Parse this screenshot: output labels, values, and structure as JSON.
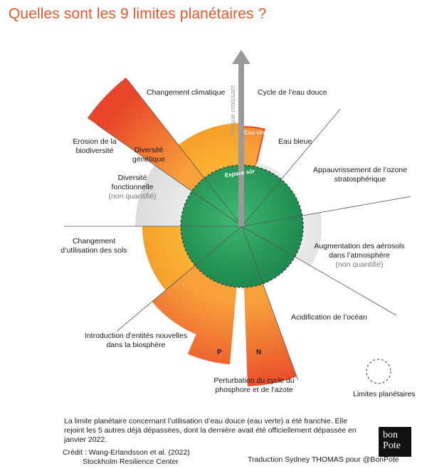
{
  "title": "Quelles sont les 9 limites planétaires ?",
  "axis_label": "Risque croissant",
  "safe_space_label": "Espace sûr",
  "segments": {
    "climate": "Changement climatique",
    "water_cycle": "Cycle de l’eau douce",
    "green_water": "Eau verte",
    "blue_water": "Eau bleue",
    "ozone": "Appauvrissement de l’ozone stratosphérique",
    "aerosols": "Augmentation des aérosols dans l’atmosphère",
    "aerosols_sub": "(non quantifié)",
    "ocean": "Acidification de l’océan",
    "nutrients": "Perturbation du cycle du phosphore et de l’azote",
    "p": "P",
    "n": "N",
    "novel_entities": "Introduction d’entités nouvelles dans la biosphère",
    "land_use": "Changement d’utilisation des sols",
    "biodiversity": "Erosion de la biodiversité",
    "genetic": "Diversité génétique",
    "functional": "Diversité fonctionnelle",
    "functional_sub": "(non quantifié)"
  },
  "legend": "Limites planétaires",
  "caption": "La limite planétaire concernant l’utilisation d’eau douce (eau verte) a été franchie. Elle rejoint les 5 autres déjà dépassées, dont la dernière avait été officiellement dépassée en janvier 2022.",
  "credit_line1": "Crédit : Wang-Erlandsson et al. (2022)",
  "credit_line2": "Stockholm Resilience Center",
  "translation": "Traduction Sydney THOMAS pour @BonPote",
  "logo_line1": "bon",
  "logo_line2": "Pote",
  "colors": {
    "title": "#e8572a",
    "safe": "#2f9e5f",
    "orange": "#f5a623",
    "red": "#e8452a",
    "grey": "#d6d6d6"
  }
}
